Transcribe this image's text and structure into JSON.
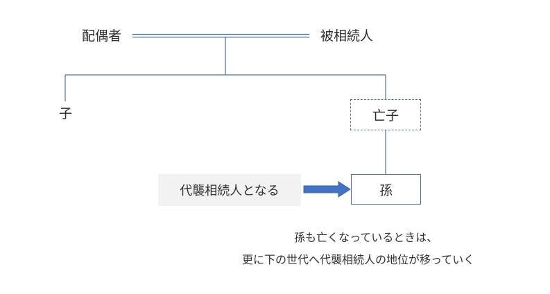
{
  "nodes": {
    "spouse": "配偶者",
    "decedent": "被相続人",
    "child": "子",
    "deceased_child": "亡子",
    "grandchild": "孫"
  },
  "note": "代襲相続人となる",
  "caption": {
    "line1": "孫も亡くなっているときは、",
    "line2": "更に下の世代へ代襲相続人の地位が移っていく"
  },
  "colors": {
    "line": "#4a6fa5",
    "arrow": "#4472c4",
    "note_bg": "#f2f2f2",
    "text": "#2b2b2b"
  }
}
